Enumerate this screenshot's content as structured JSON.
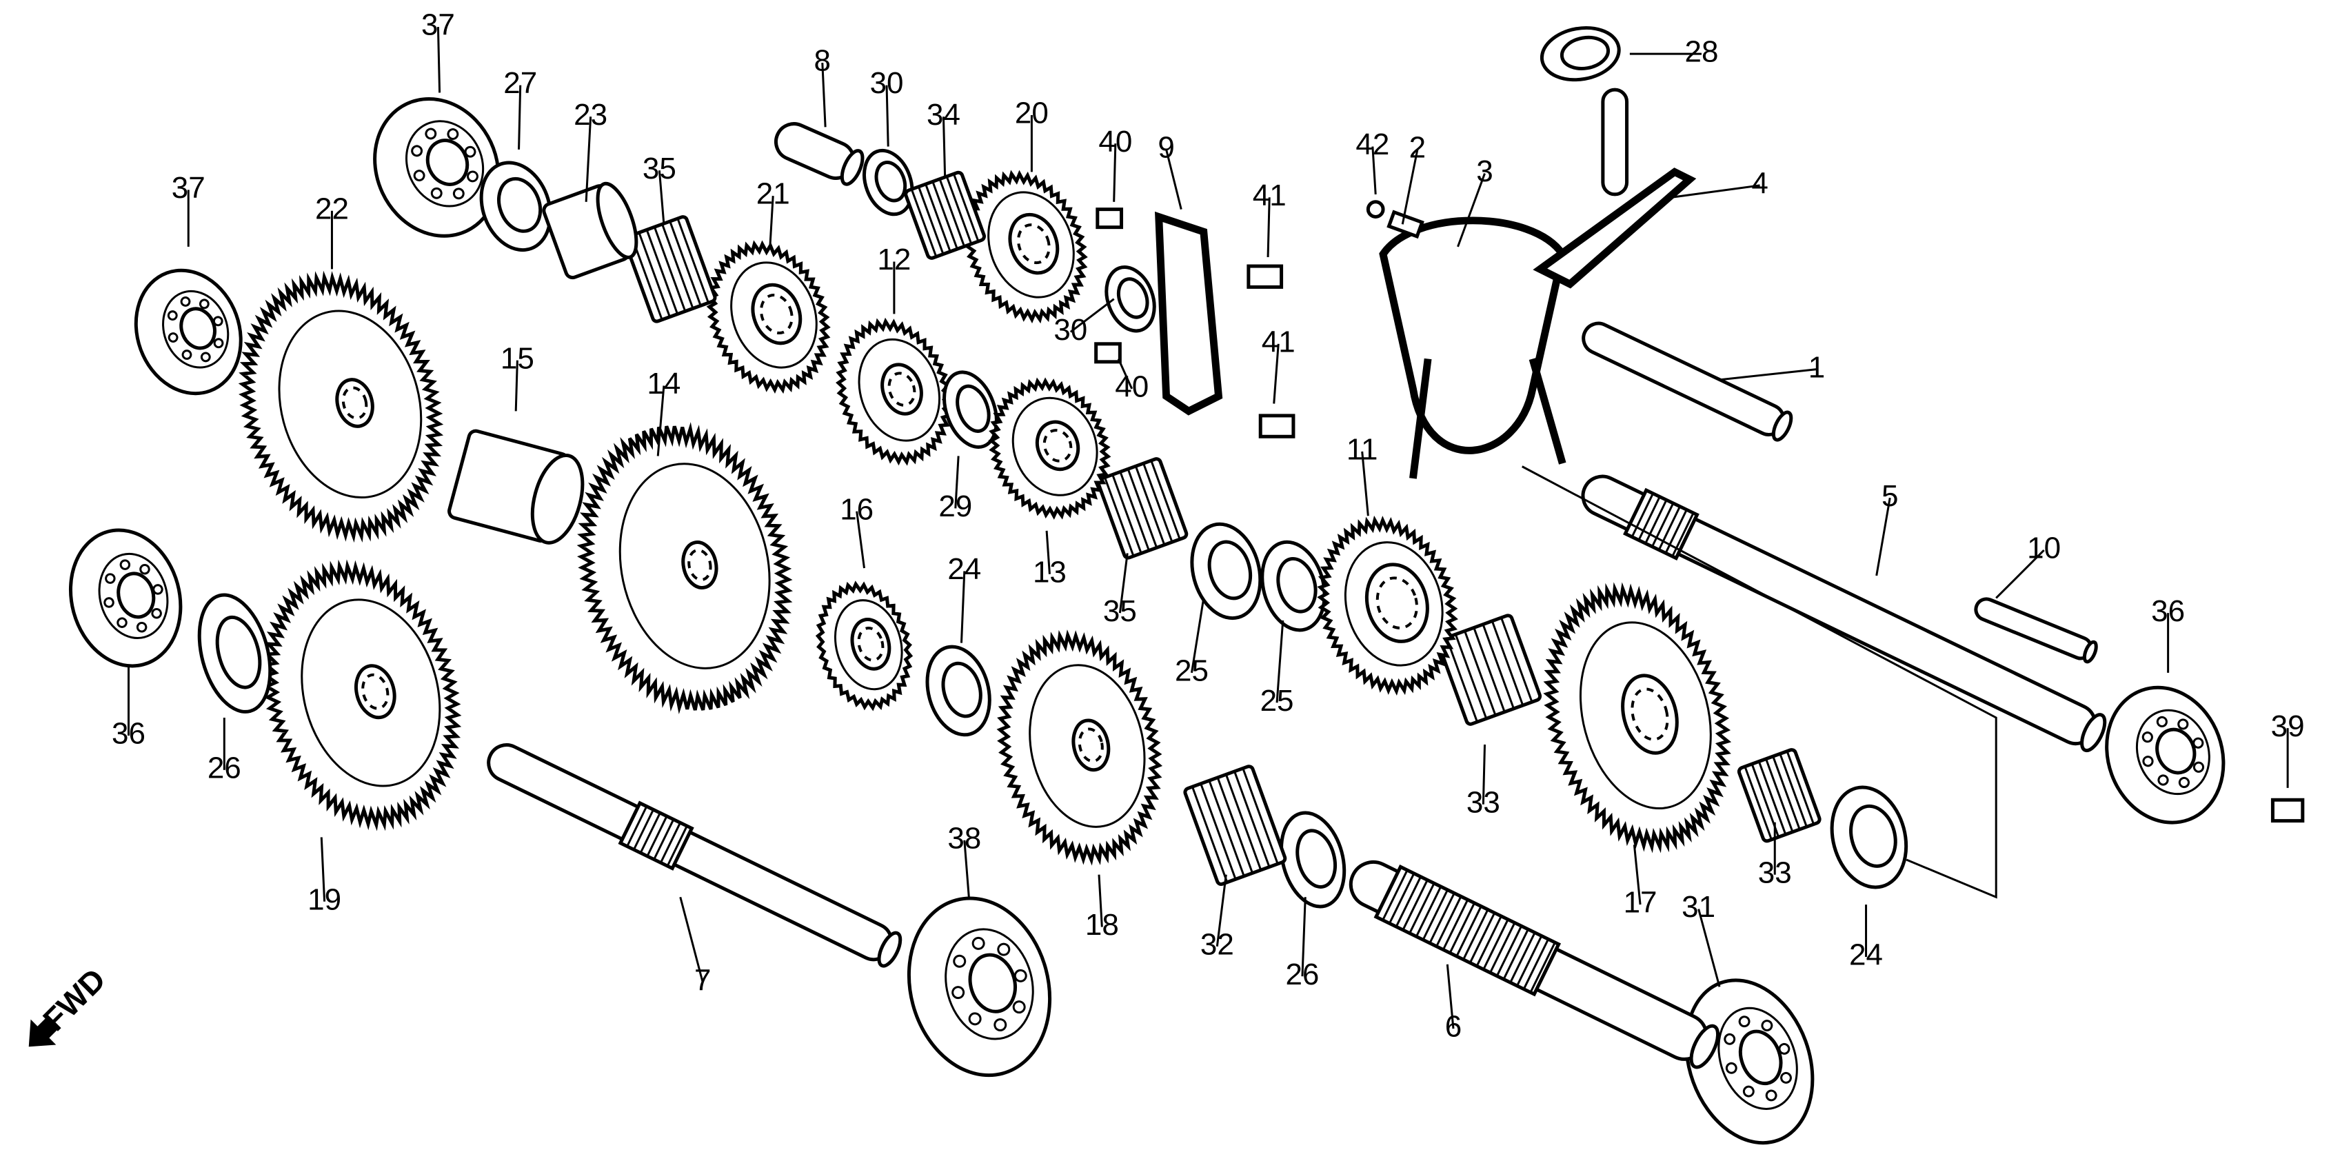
{
  "diagram": {
    "fwd_label": "FWD",
    "part_labels": [
      "1",
      "2",
      "3",
      "4",
      "5",
      "6",
      "7",
      "8",
      "9",
      "10",
      "11",
      "12",
      "13",
      "14",
      "15",
      "16",
      "17",
      "18",
      "19",
      "20",
      "21",
      "22",
      "23",
      "24",
      "24",
      "25",
      "25",
      "26",
      "26",
      "27",
      "28",
      "29",
      "30",
      "30",
      "31",
      "32",
      "33",
      "33",
      "34",
      "35",
      "35",
      "36",
      "36",
      "37",
      "37",
      "38",
      "39",
      "40",
      "40",
      "41",
      "41",
      "42"
    ]
  }
}
